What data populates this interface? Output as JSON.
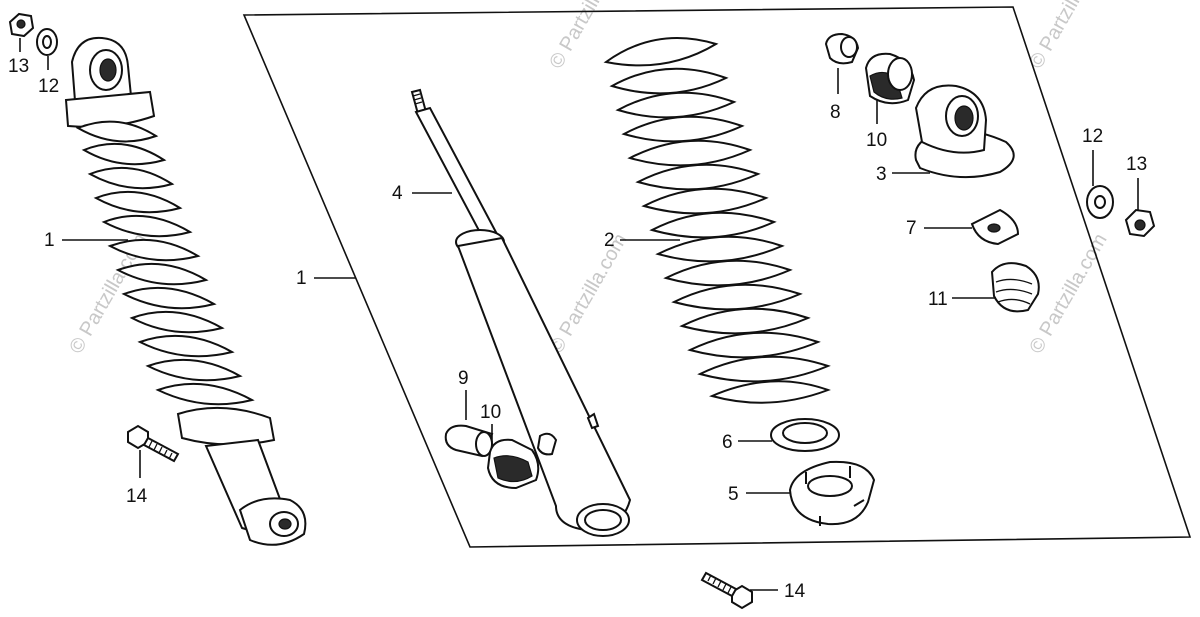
{
  "labels": {
    "l1_left": "1",
    "l1_box": "1",
    "l2": "2",
    "l3": "3",
    "l4": "4",
    "l5": "5",
    "l6": "6",
    "l7": "7",
    "l8": "8",
    "l9": "9",
    "l10_top": "10",
    "l10_mid": "10",
    "l11": "11",
    "l12_left": "12",
    "l12_right": "12",
    "l13_left": "13",
    "l13_right": "13",
    "l14_left": "14",
    "l14_bottom": "14"
  },
  "watermark": "© Partzilla.com"
}
